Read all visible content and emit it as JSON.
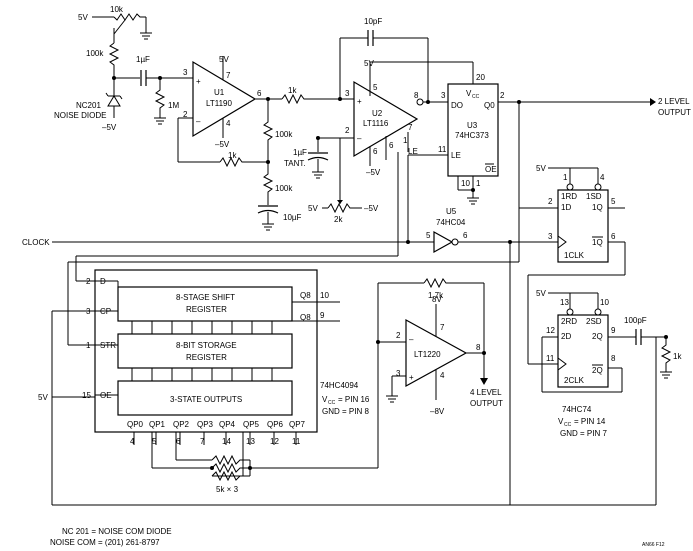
{
  "labels": {
    "v5_top": "5V",
    "r10k_top": "10k",
    "r100k_top": "100k",
    "c1uf": "1µF",
    "r1m": "1M",
    "nc201_1": "NC201",
    "nc201_2": "NOISE DIODE",
    "neg5v_left": "–5V",
    "u1_name": "U1",
    "u1_part": "LT1190",
    "u1_v": "5V",
    "u1_nv": "–5V",
    "r1k_a": "1k",
    "r1k_b": "1k",
    "r100k_a": "100k",
    "r100k_b": "100k",
    "c10uf": "10µF",
    "c1uf_tant_1": "1µF",
    "c1uf_tant_2": "TANT.",
    "c10pf": "10pF",
    "u2_name": "U2",
    "u2_part": "LT1116",
    "u2_v": "5V",
    "u2_nv": "–5V",
    "pot_l": "5V",
    "pot_r": "–5V",
    "pot_val": "2k",
    "u3_vcc": "V",
    "u3_vcc_sub": "CC",
    "u3_name": "U3",
    "u3_part": "74HC373",
    "u3_do": "DO",
    "u3_qo": "Q0",
    "u3_le": "LE",
    "u3_oe": "OE",
    "le_lbl": "LE",
    "out2_1": "2 LEVEL",
    "out2_2": "OUTPUT",
    "clock": "CLOCK",
    "u5_name": "U5",
    "u5_part": "74HC04",
    "ff1_v": "5V",
    "ff1_rd": "1RD",
    "ff1_sd": "1SD",
    "ff1_d": "1D",
    "ff1_q": "1Q",
    "ff1_qb": "1Q",
    "ff1_clk": "1CLK",
    "ff2_v": "5V",
    "ff2_rd": "2RD",
    "ff2_sd": "2SD",
    "ff2_d": "2D",
    "ff2_q": "2Q",
    "ff2_qb": "2Q",
    "ff2_clk": "2CLK",
    "c100pf": "100pF",
    "r1k_out": "1k",
    "hc74_1": "74HC74",
    "hc74_2": "V",
    "hc74_2sub": "CC",
    "hc74_2b": "= PIN 14",
    "hc74_3": "GND = PIN 7",
    "sr_1": "8-STAGE SHIFT",
    "sr_2": "REGISTER",
    "st_1": "8-BIT STORAGE",
    "st_2": "REGISTER",
    "to_1": "3-STATE OUTPUTS",
    "sr_d": "D",
    "sr_cp": "CP",
    "sr_str": "STR",
    "sr_oe": "OE",
    "qs1": "Q8",
    "qs2": "Q8",
    "v5_oe": "5V",
    "hc4094_1": "74HC4094",
    "hc4094_2": "V",
    "hc4094_2sub": "CC",
    "hc4094_2b": "= PIN 16",
    "hc4094_3": "GND = PIN 8",
    "r17k": "1.7k",
    "lt1220_v": "8V",
    "lt1220_nv": "–8V",
    "lt1220": "LT1220",
    "out4_1": "4 LEVEL",
    "out4_2": "OUTPUT",
    "r5k": "5k × 3",
    "foot_1": "NC 201 = NOISE COM DIODE",
    "foot_2": "NOISE COM = (201) 261-8797",
    "fig": "AN66 F12"
  },
  "qp_labels": [
    "QP0",
    "QP1",
    "QP2",
    "QP3",
    "QP4",
    "QP5",
    "QP6",
    "QP7"
  ],
  "qp_pins": [
    "4",
    "5",
    "6",
    "7",
    "14",
    "13",
    "12",
    "11"
  ],
  "pins": {
    "u1_p3": "3",
    "u1_p2": "2",
    "u1_p7": "7",
    "u1_p4": "4",
    "u1_p6": "6",
    "u2_p3": "3",
    "u2_p2": "2",
    "u2_p8": "8",
    "u2_p5": "5",
    "u2_p6": "6",
    "u2_p7": "7",
    "u2_p1": "1",
    "u3_p20": "20",
    "u3_p3": "3",
    "u3_p2": "2",
    "u3_p11": "11",
    "u3_p10": "10",
    "u3_p1": "1",
    "u5_p5": "5",
    "u5_p6": "6",
    "ff1_p1": "1",
    "ff1_p4": "4",
    "ff1_p2": "2",
    "ff1_p5": "5",
    "ff1_p3": "3",
    "ff1_p6": "6",
    "ff2_p13": "13",
    "ff2_p10": "10",
    "ff2_p12": "12",
    "ff2_p9": "9",
    "ff2_p11": "11",
    "ff2_p8": "8",
    "sr_p2": "2",
    "sr_p3": "3",
    "sr_p1": "1",
    "sr_p15": "15",
    "sr_p10": "10",
    "sr_p9": "9",
    "lt_p7": "7",
    "lt_p2": "2",
    "lt_p3": "3",
    "lt_p8": "8",
    "lt_p4": "4"
  }
}
